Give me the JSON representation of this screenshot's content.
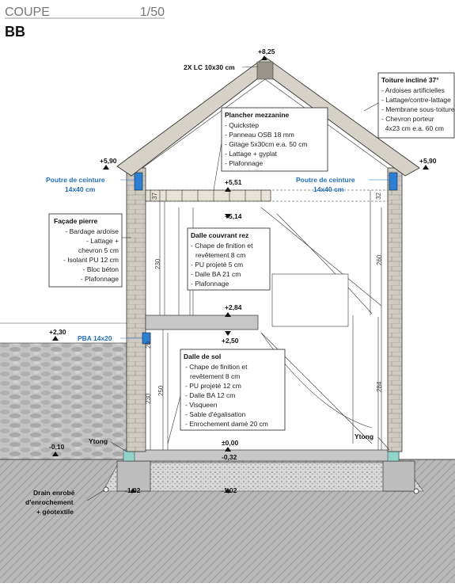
{
  "header": {
    "title": "COUPE",
    "scale": "1/50",
    "section_id": "BB"
  },
  "elevations": [
    {
      "key": "ridge",
      "text": "+8,25"
    },
    {
      "key": "eave_left",
      "text": "+5,90"
    },
    {
      "key": "eave_right",
      "text": "+5,90"
    },
    {
      "key": "mezz_top",
      "text": "+5,51"
    },
    {
      "key": "mezz_bottom",
      "text": "+5,14"
    },
    {
      "key": "slab1_top",
      "text": "+2,84"
    },
    {
      "key": "slab1_bottom",
      "text": "+2,50"
    },
    {
      "key": "pba",
      "text": "+2,30"
    },
    {
      "key": "ground_ff",
      "text": "±0,00"
    },
    {
      "key": "ground_under",
      "text": "-0,32"
    },
    {
      "key": "terrain",
      "text": "-0,10"
    },
    {
      "key": "found_left",
      "text": "-1,02"
    },
    {
      "key": "found_mid",
      "text": "-1,02"
    }
  ],
  "labels": {
    "ridge_beam": "2X LC 10x30 cm",
    "poutre_left_1": "Poutre de ceinture",
    "poutre_left_2": "14x40 cm",
    "poutre_right_1": "Poutre de ceinture",
    "poutre_right_2": "14x40 cm",
    "pba": "PBA 14x20",
    "ytong_left": "Ytong",
    "ytong_right": "Ytong",
    "drain_1": "Drain enrobé",
    "drain_2": "d'enrochement",
    "drain_3": "+ géotextile"
  },
  "dims": {
    "d37_left": "37",
    "d32_right": "32",
    "d230_upper": "230",
    "d230_lower": "230",
    "d250": "250",
    "d20": "20",
    "d260": "260",
    "d284": "284"
  },
  "notes": {
    "toiture": {
      "title": "Toiture incliné 37°",
      "lines": [
        "- Ardoises artificielles",
        "- Lattage/contre-lattage",
        "- Membrane sous-toiture",
        "- Chevron porteur",
        "  4x23 cm e.a. 60 cm"
      ]
    },
    "mezzanine": {
      "title": "Plancher mezzanine",
      "lines": [
        "- Quickstep",
        "- Panneau OSB 18 mm",
        "- Gitage 5x30cm e.a. 50 cm",
        "- Lattage + gyplat",
        "- Plafonnage"
      ]
    },
    "facade": {
      "title": "Façade pierre",
      "lines": [
        "- Bardage ardoise",
        "- Lattage +",
        "chevron 5 cm",
        "- Isolant PU 12 cm",
        "- Bloc béton",
        "- Plafonnage"
      ]
    },
    "dalle_rez": {
      "title": "Dalle couvrant rez",
      "lines": [
        "- Chape de finition et",
        "revêtement 8 cm",
        "- PU projeté 5 cm",
        "- Dalle BA 21 cm",
        "- Plafonnage"
      ]
    },
    "dalle_sol": {
      "title": "Dalle de sol",
      "lines": [
        "- Chape de finition et",
        "revêtement 8 cm",
        "- PU projeté 12 cm",
        "- Dalle BA 12 cm",
        "- Visqueen",
        "- Sable d'égalisation",
        "- Enrochement damé 20 cm"
      ]
    }
  }
}
